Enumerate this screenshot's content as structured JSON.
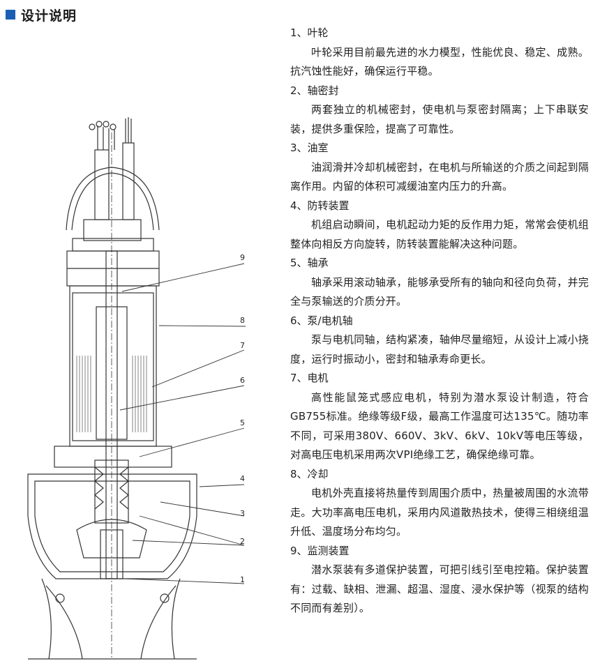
{
  "header": {
    "title": "设计说明"
  },
  "colors": {
    "accent": "#1a5fb4",
    "line": "#333333"
  },
  "callouts": [
    "9",
    "8",
    "7",
    "6",
    "5",
    "4",
    "3",
    "2",
    "1"
  ],
  "sections": [
    {
      "title": "1、叶轮",
      "body": "叶轮采用目前最先进的水力模型，性能优良、稳定、成熟。抗汽蚀性能好，确保运行平稳。"
    },
    {
      "title": "2、轴密封",
      "body": "两套独立的机械密封，使电机与泵密封隔离；上下串联安装，提供多重保险，提高了可靠性。"
    },
    {
      "title": "3、油室",
      "body": "油润滑并冷却机械密封，在电机与所输送的介质之间起到隔离作用。内留的体积可减缓油室内压力的升高。"
    },
    {
      "title": "4、防转装置",
      "body": "机组启动瞬间，电机起动力矩的反作用力矩，常常会使机组整体向相反方向旋转，防转装置能解决这种问题。"
    },
    {
      "title": "5、轴承",
      "body": "轴承采用滚动轴承，能够承受所有的轴向和径向负荷，并完全与泵输送的介质分开。"
    },
    {
      "title": "6、泵/电机轴",
      "body": "泵与电机同轴，结构紧凑，轴伸尽量缩短，从设计上减小挠度，运行时振动小，密封和轴承寿命更长。"
    },
    {
      "title": "7、电机",
      "body": "高性能鼠笼式感应电机，特别为潜水泵设计制造，符合GB755标准。绝缘等级F级，最高工作温度可达135℃。随功率不同，可采用380V、660V、3kV、6kV、10kV等电压等级，对高电压电机采用两次VPI绝缘工艺，确保绝缘可靠。"
    },
    {
      "title": "8、冷却",
      "body": "电机外壳直接将热量传到周围介质中，热量被周围的水流带走。大功率高电压电机，采用内风道散热技术，使得三相绕组温升低、温度场分布均匀。"
    },
    {
      "title": "9、监测装置",
      "body": "潜水泵装有多道保护装置，可把引线引至电控箱。保护装置有：过载、缺相、泄漏、超温、湿度、浸水保护等（视泵的结构不同而有差别）。"
    }
  ]
}
